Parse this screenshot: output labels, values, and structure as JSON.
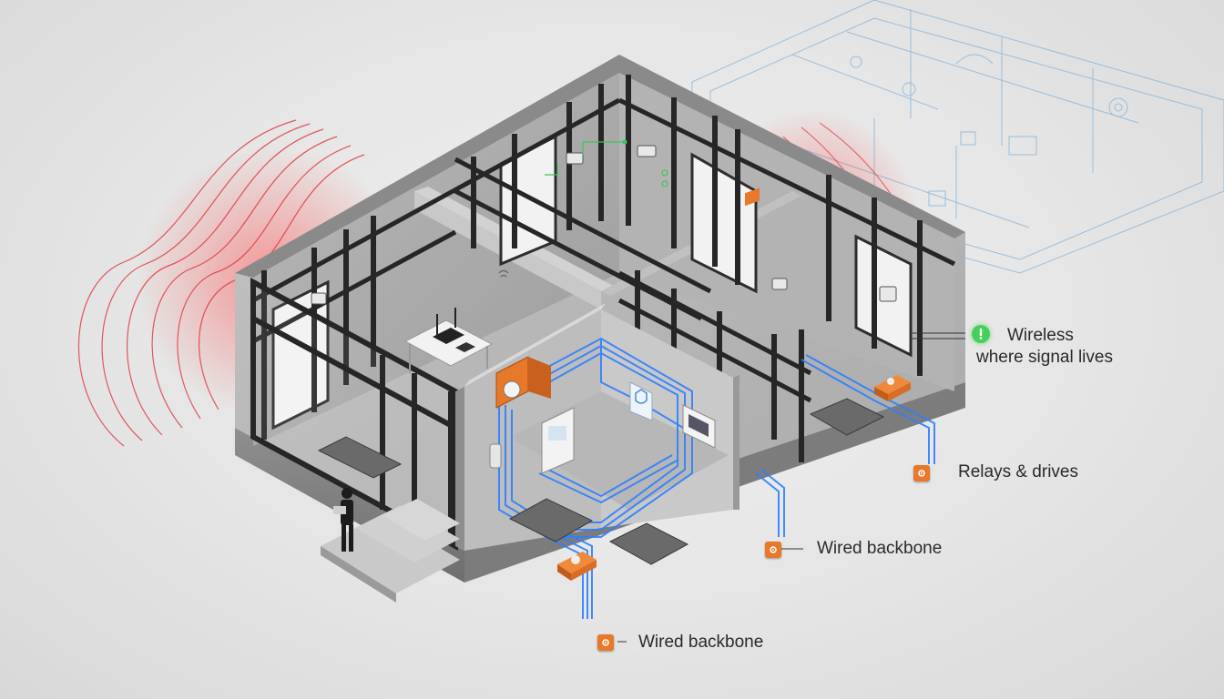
{
  "callouts": {
    "wireless_title": "Wireless",
    "wireless_subtitle": "where signal lives",
    "relays": "Relays & drives",
    "wired_right": "Wired backbone",
    "wired_bottom": "Wired backbone"
  },
  "icons": {
    "wireless": "wifi-signal-icon",
    "relay": "gear-icon",
    "wired": "gear-icon"
  },
  "colors": {
    "wired_cable": "#2f7fff",
    "wireless_signal": "#e0262e",
    "relay_box": "#e8782a",
    "wireless_badge": "#46d05a",
    "blueprint": "#7fb2da"
  }
}
